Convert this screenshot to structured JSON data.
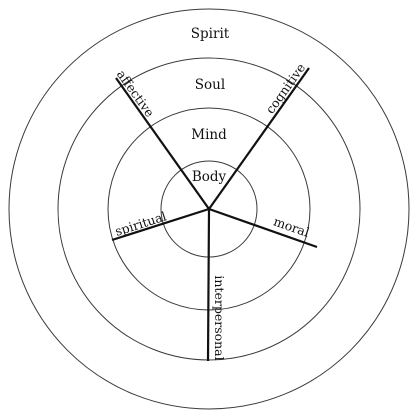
{
  "diagram": {
    "rings": [
      {
        "label": "Body"
      },
      {
        "label": "Mind"
      },
      {
        "label": "Soul"
      },
      {
        "label": "Spirit"
      }
    ],
    "dimensions": [
      {
        "label": "affective"
      },
      {
        "label": "cognitive"
      },
      {
        "label": "moral"
      },
      {
        "label": "interpersonal"
      },
      {
        "label": "spiritual"
      }
    ]
  }
}
